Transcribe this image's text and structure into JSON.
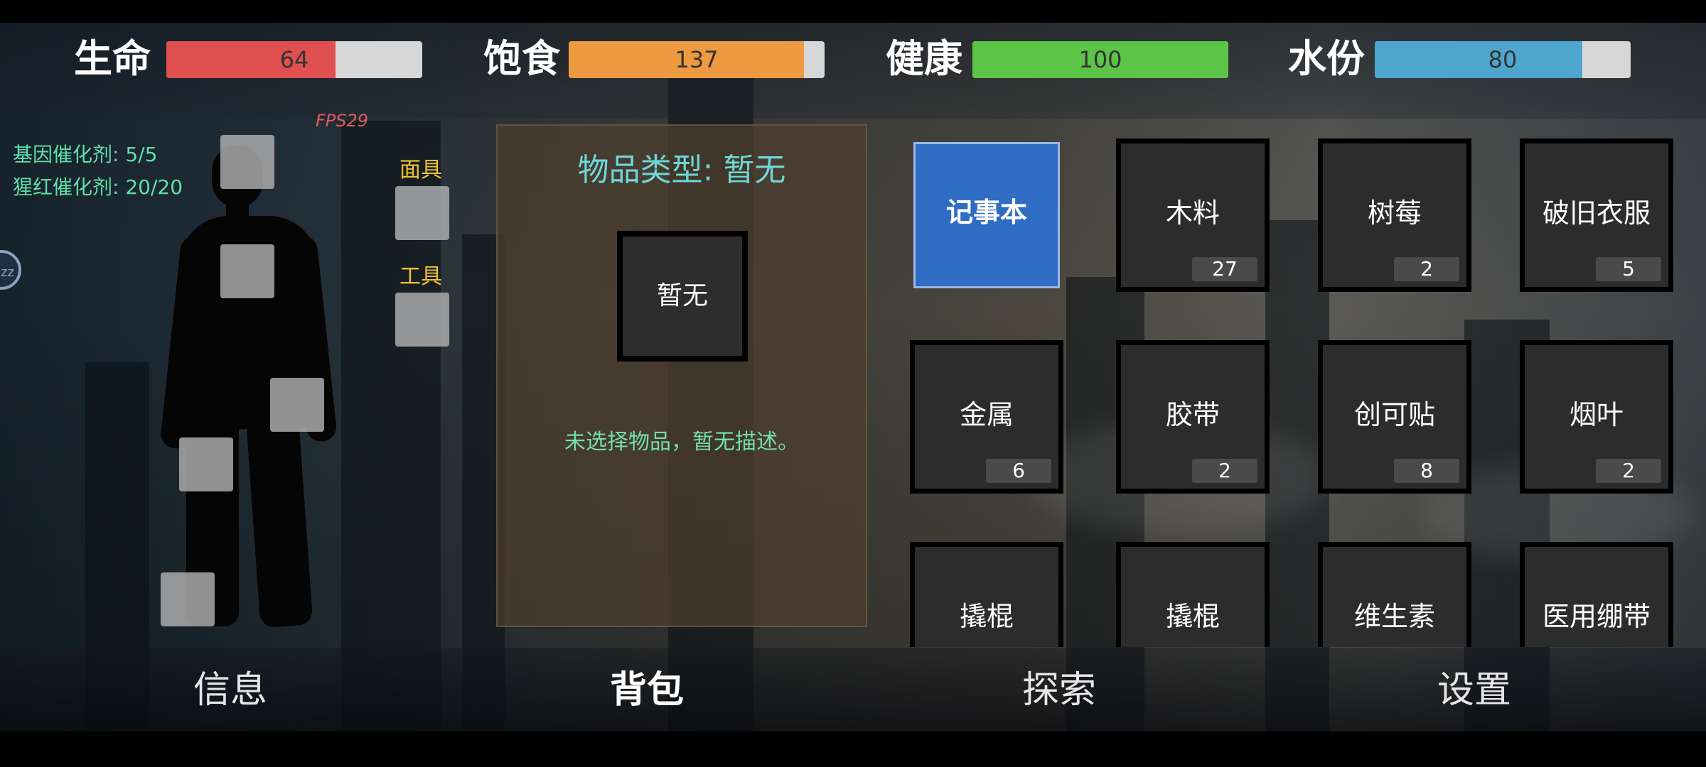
{
  "stats": [
    {
      "label": "生命",
      "value": "64",
      "fraction": 0.66,
      "color": "#e05050"
    },
    {
      "label": "饱食",
      "value": "137",
      "fraction": 0.92,
      "color": "#ee9a40"
    },
    {
      "label": "健康",
      "value": "100",
      "fraction": 1.0,
      "color": "#5cc548"
    },
    {
      "label": "水份",
      "value": "80",
      "fraction": 0.81,
      "color": "#4ea6cf"
    }
  ],
  "catalysts": {
    "gene": "基因催化剂: 5/5",
    "crimson": "猩红催化剂: 20/20"
  },
  "fps": "FPS29",
  "sleep_badge": "zz",
  "equip": {
    "mask_label": "面具",
    "tool_label": "工具"
  },
  "detail": {
    "type_label": "物品类型: 暂无",
    "selected_name": "暂无",
    "description": "未选择物品，暂无描述。"
  },
  "inventory": [
    {
      "name": "记事本",
      "count": ""
    },
    {
      "name": "木料",
      "count": "27"
    },
    {
      "name": "树莓",
      "count": "2"
    },
    {
      "name": "破旧衣服",
      "count": "5"
    },
    {
      "name": "金属",
      "count": "6"
    },
    {
      "name": "胶带",
      "count": "2"
    },
    {
      "name": "创可贴",
      "count": "8"
    },
    {
      "name": "烟叶",
      "count": "2"
    },
    {
      "name": "撬棍",
      "count": ""
    },
    {
      "name": "撬棍",
      "count": ""
    },
    {
      "name": "维生素",
      "count": ""
    },
    {
      "name": "医用绷带",
      "count": ""
    }
  ],
  "nav": [
    {
      "label": "信息"
    },
    {
      "label": "背包"
    },
    {
      "label": "探索"
    },
    {
      "label": "设置"
    }
  ]
}
